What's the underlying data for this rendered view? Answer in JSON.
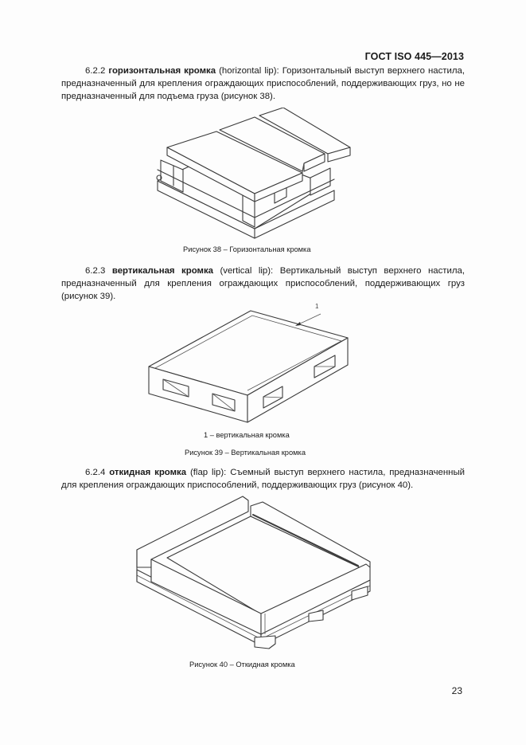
{
  "header": {
    "standard_id": "ГОСТ ISO 445—2013"
  },
  "sections": [
    {
      "number": "6.2.2",
      "term": "горизонтальная кромка",
      "term_en": "(horizontal lip):",
      "definition": "Горизонтальный выступ верхнего настила, предназначенный для крепления ограждающих приспособлений, поддерживающих груз, но не предназначенный для подъема груза (рисунок 38)."
    },
    {
      "number": "6.2.3",
      "term": "вертикальная кромка",
      "term_en": "(vertical lip):",
      "definition": "Вертикальный выступ верхнего настила, предназначенный для крепления ограждающих приспособлений, поддерживающих груз (рисунок 39)."
    },
    {
      "number": "6.2.4",
      "term": "откидная кромка",
      "term_en": "(flap lip):",
      "definition": "Съемный выступ верхнего настила, предназначенный для крепления ограждающих приспособлений, поддерживающих груз (рисунок 40)."
    }
  ],
  "figures": [
    {
      "id": "fig38",
      "caption": "Рисунок  38 – Горизонтальная кромка"
    },
    {
      "id": "fig39",
      "callout_label": "1",
      "legend": "1 –  вертикальная кромка",
      "caption": "Рисунок  39 – Вертикальная кромка"
    },
    {
      "id": "fig40",
      "caption": "Рисунок  40  –  Откидная кромка"
    }
  ],
  "footer": {
    "page_number": "23"
  }
}
